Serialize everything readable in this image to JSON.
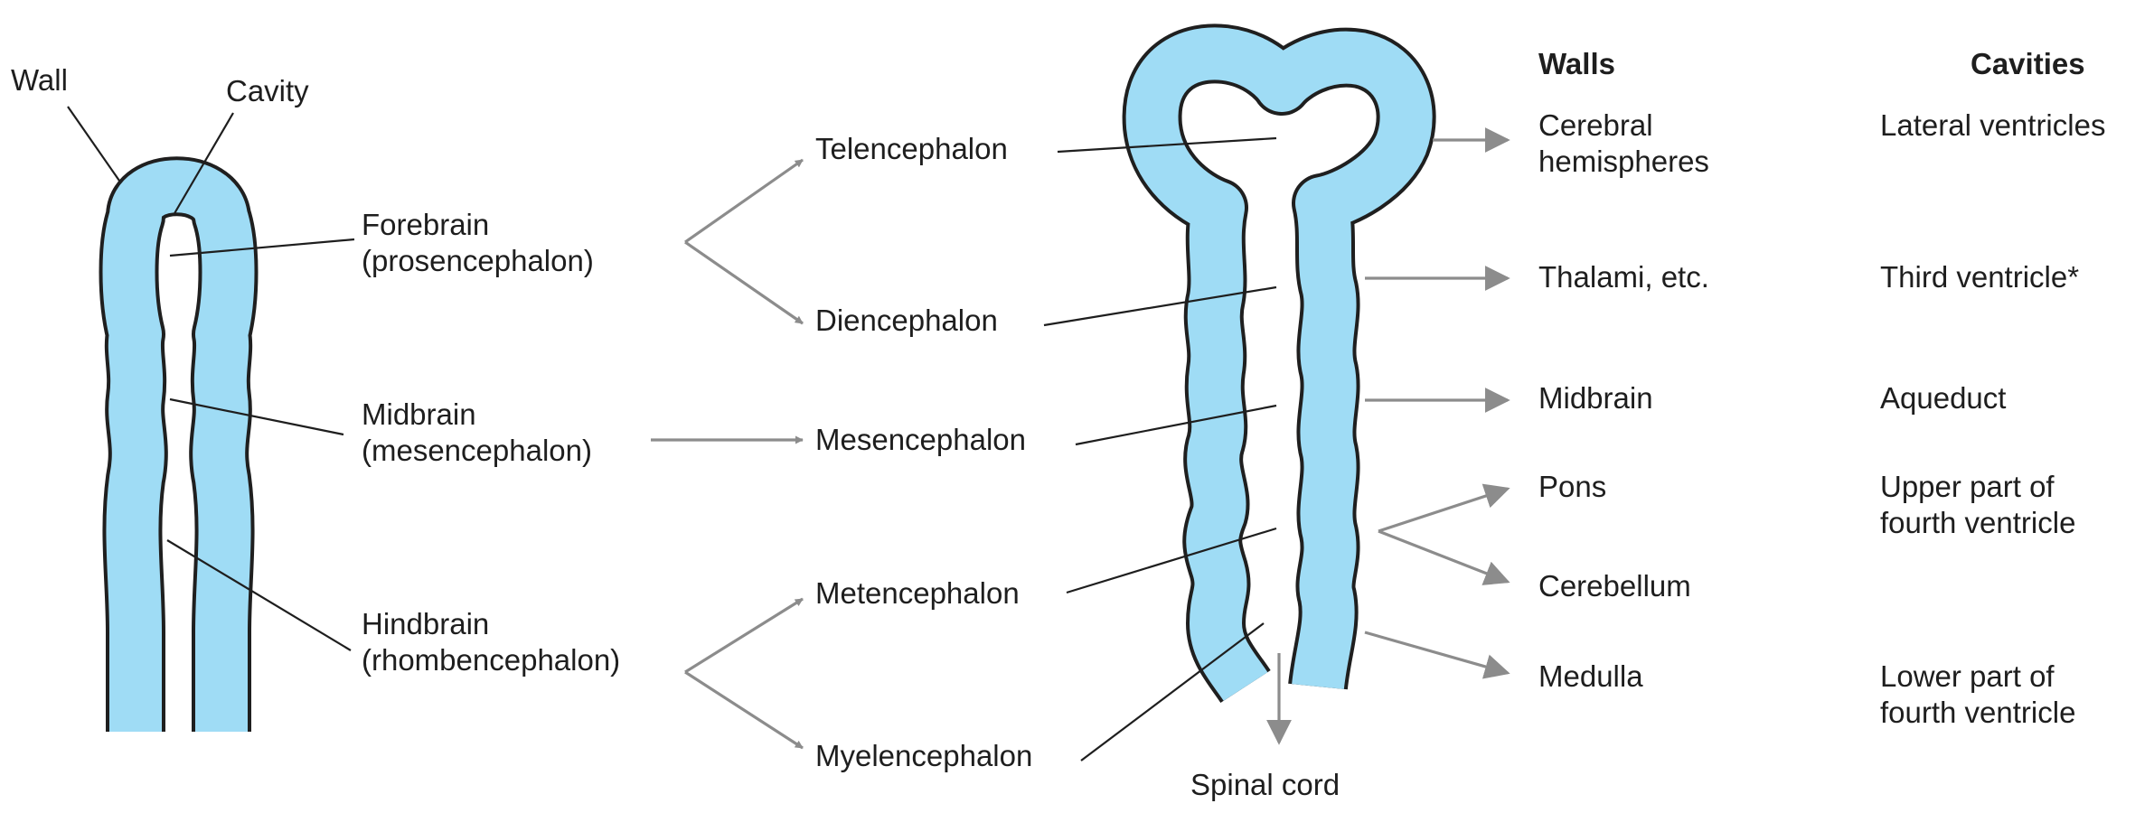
{
  "colors": {
    "tube": "#9fdcf5",
    "outline": "#1f1f1f",
    "arrow": "#8c8c8c",
    "text": "#1e1e1e"
  },
  "left_tube": {
    "wall": "Wall",
    "cavity": "Cavity"
  },
  "primary": {
    "forebrain": [
      "Forebrain",
      "(prosencephalon)"
    ],
    "midbrain": [
      "Midbrain",
      "(mesencephalon)"
    ],
    "hindbrain": [
      "Hindbrain",
      "(rhombencephalon)"
    ]
  },
  "secondary": {
    "telencephalon": "Telencephalon",
    "diencephalon": "Diencephalon",
    "mesencephalon": "Mesencephalon",
    "metencephalon": "Metencephalon",
    "myelencephalon": "Myelencephalon"
  },
  "spinal_cord": "Spinal cord",
  "headers": {
    "walls": "Walls",
    "cavities": "Cavities"
  },
  "walls": {
    "cerebral": [
      "Cerebral",
      "hemispheres"
    ],
    "thalami": "Thalami, etc.",
    "midbrain": "Midbrain",
    "pons": "Pons",
    "cerebellum": "Cerebellum",
    "medulla": "Medulla"
  },
  "cavities": {
    "lateral": "Lateral ventricles",
    "third": "Third ventricle*",
    "aqueduct": "Aqueduct",
    "upper": [
      "Upper part of",
      "fourth ventricle"
    ],
    "lower": [
      "Lower part of",
      "fourth ventricle"
    ]
  }
}
